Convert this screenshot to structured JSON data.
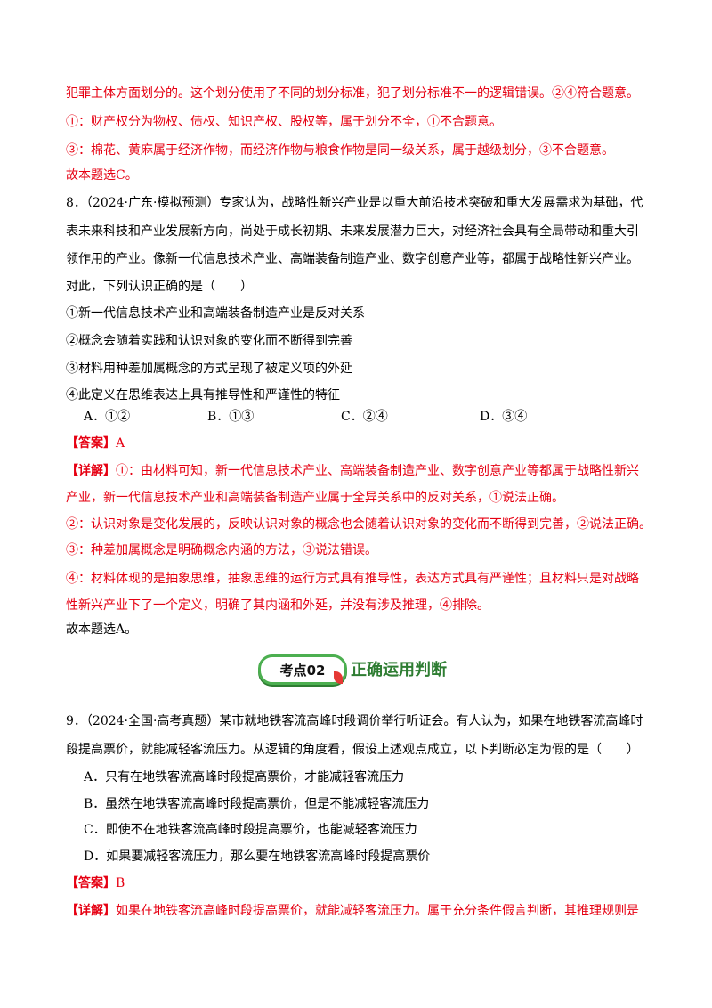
{
  "top_explanation": {
    "line1": "犯罪主体方面划分的。这个划分使用了不同的划分标准，犯了划分标准不一的逻辑错误。②④符合题意。",
    "line2": "①：财产权分为物权、债权、知识产权、股权等，属于划分不全，①不合题意。",
    "line3": "③：棉花、黄麻属于经济作物，而经济作物与粮食作物是同一级关系，属于越级划分，③不合题意。",
    "line4": "故本题选C。"
  },
  "q8": {
    "stem1": "8．（2024·广东·模拟预测）专家认为，战略性新兴产业是以重大前沿技术突破和重大发展需求为基础，代",
    "stem2": "表未来科技和产业发展新方向，尚处于成长初期、未来发展潜力巨大，对经济社会具有全局带动和重大引",
    "stem3": "领作用的产业。像新一代信息技术产业、高端装备制造产业、数字创意产业等，都属于战略性新兴产业。",
    "stem4": "对此，下列认识正确的是（　　）",
    "item1": "①新一代信息技术产业和高端装备制造产业是反对关系",
    "item2": "②概念会随着实践和认识对象的变化而不断得到完善",
    "item3": "③材料用种差加属概念的方式呈现了被定义项的外延",
    "item4": "④此定义在思维表达上具有推导性和严谨性的特征",
    "options": [
      "A．①②",
      "B．①③",
      "C．②④",
      "D．③④"
    ],
    "answer_tag": "【答案】",
    "answer": "A",
    "detail_tag": "【详解】",
    "detail1": "①：由材料可知，新一代信息技术产业、高端装备制造产业、数字创意产业等都属于战略性新兴",
    "detail2": "产业，新一代信息技术产业和高端装备制造产业属于全异关系中的反对关系，①说法正确。",
    "detail3": "②：认识对象是变化发展的，反映认识对象的概念也会随着认识对象的变化而不断得到完善，②说法正确。",
    "detail4": "③：种差加属概念是明确概念内涵的方法，③说法错误。",
    "detail5": "④：材料体现的是抽象思维，抽象思维的运行方式具有推导性，表达方式具有严谨性；且材料只是对战略",
    "detail6": "性新兴产业下了一个定义，明确了其内涵和外延，并没有涉及推理，④排除。",
    "conclusion": "故本题选A。"
  },
  "section": {
    "badge": "考点02",
    "title": "正确运用判断"
  },
  "q9": {
    "stem1": "9．（2024·全国·高考真题）某市就地铁客流高峰时段调价举行听证会。有人认为，如果在地铁客流高峰时",
    "stem2": "段提高票价，就能减轻客流压力。从逻辑的角度看，假设上述观点成立，以下判断必定为假的是（　　）",
    "optA": "A．只有在地铁客流高峰时段提高票价，才能减轻客流压力",
    "optB": "B．虽然在地铁客流高峰时段提高票价，但是不能减轻客流压力",
    "optC": "C．即使不在地铁客流高峰时段提高票价，也能减轻客流压力",
    "optD": "D．如果要减轻客流压力，那么要在地铁客流高峰时段提高票价",
    "answer_tag": "【答案】",
    "answer": "B",
    "detail_tag": "【详解】",
    "detail1": "如果在地铁客流高峰时段提高票价，就能减轻客流压力。属于充分条件假言判断，其推理规则是"
  }
}
